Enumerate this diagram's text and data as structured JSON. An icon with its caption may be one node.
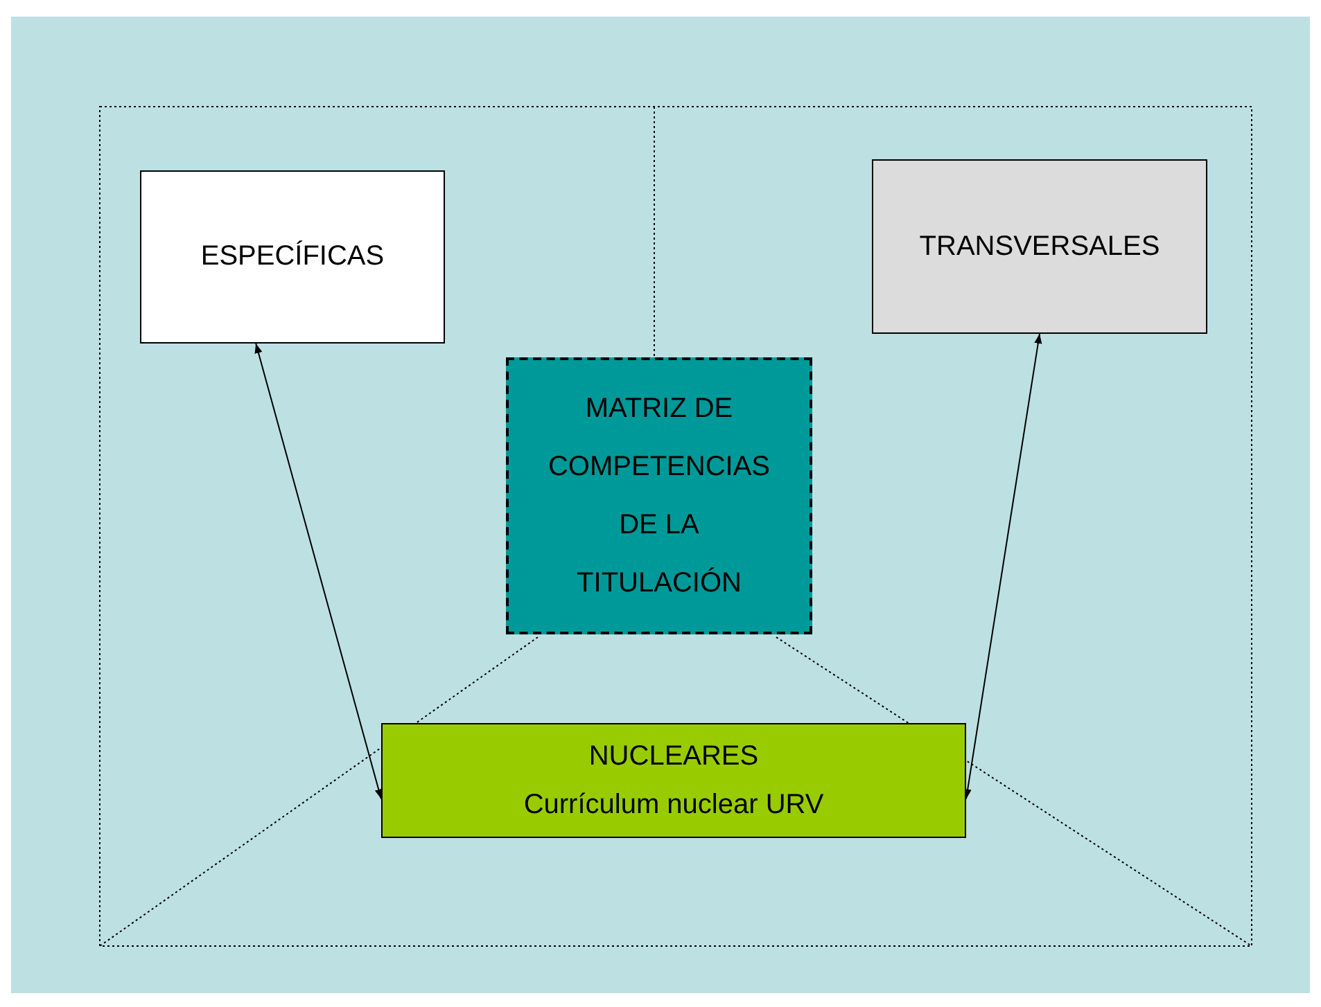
{
  "diagram": {
    "nodes": [
      {
        "text": [
          "ESPECÍFICAS"
        ]
      },
      {
        "text": [
          "TRANSVERSALES"
        ]
      },
      {
        "text": [
          "MATRIZ DE COMPETENCIAS DE LA TITULACIÓN"
        ]
      },
      {
        "text": [
          "NUCLEARES",
          "Currículum nuclear URV"
        ]
      }
    ],
    "edges": [
      {
        "from": 0,
        "to": 3,
        "arrow": "both"
      },
      {
        "from": 1,
        "to": 3,
        "arrow": "both"
      }
    ]
  }
}
